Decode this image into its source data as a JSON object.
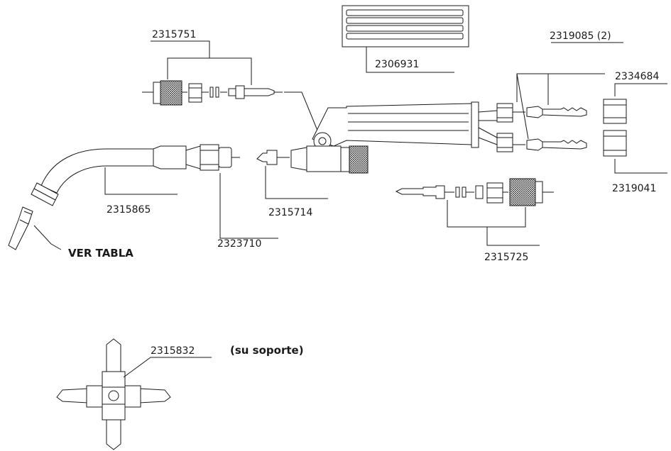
{
  "labels": {
    "part_2315751": "2315751",
    "part_2306931": "2306931",
    "part_2319085": "2319085 (2)",
    "part_2334684": "2334684",
    "part_2319041": "2319041",
    "part_2315865": "2315865",
    "part_2315714": "2315714",
    "part_2323710": "2323710",
    "part_2315725": "2315725",
    "ver_tabla": "VER TABLA",
    "part_2315832": "2315832",
    "su_soporte": "(su soporte)"
  }
}
